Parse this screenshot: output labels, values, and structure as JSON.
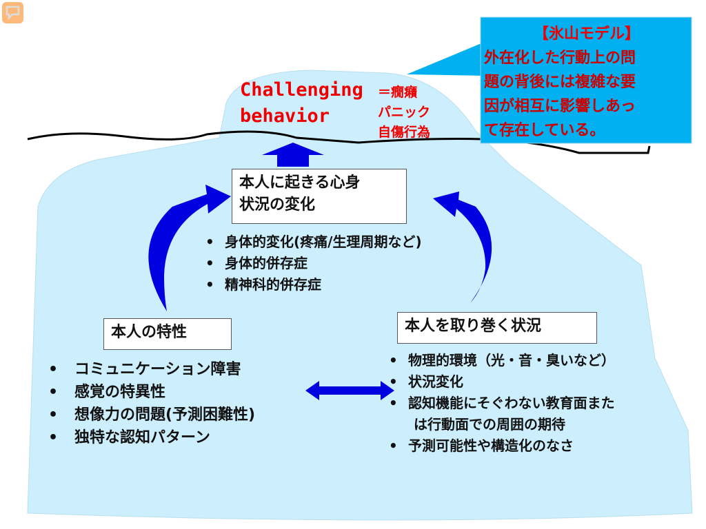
{
  "challenging": {
    "line1": "Challenging",
    "line2": "behavior"
  },
  "examples": [
    "＝癇癪",
    "パニック",
    "自傷行為"
  ],
  "callout": {
    "title": "【氷山モデル】",
    "lines": [
      "外在化した行動上の問",
      "題の背後には複雑な要",
      "因が相互に影響しあっ",
      "て存在している。"
    ]
  },
  "center_box": {
    "line1": "本人に起きる心身",
    "line2": "状況の変化"
  },
  "center_items": [
    "身体的変化(疼痛/生理周期など)",
    "身体的併存症",
    "精神科的併存症"
  ],
  "left_box": "本人の特性",
  "left_items": [
    "コミュニケーション障害",
    "感覚の特異性",
    "想像力の問題(予測困難性)",
    "独特な認知パターン"
  ],
  "right_box": "本人を取り巻く状況",
  "right_items": [
    "物理的環境（光・音・臭いなど）",
    "状況変化",
    "認知機能にそぐわない教育面また",
    "は行動面での周囲の期待",
    "予測可能性や構造化のなさ"
  ],
  "colors": {
    "iceberg": "#cdeefc",
    "callout": "#00b0f0",
    "arrow": "#0000e0",
    "text_red": "#ee0000"
  }
}
